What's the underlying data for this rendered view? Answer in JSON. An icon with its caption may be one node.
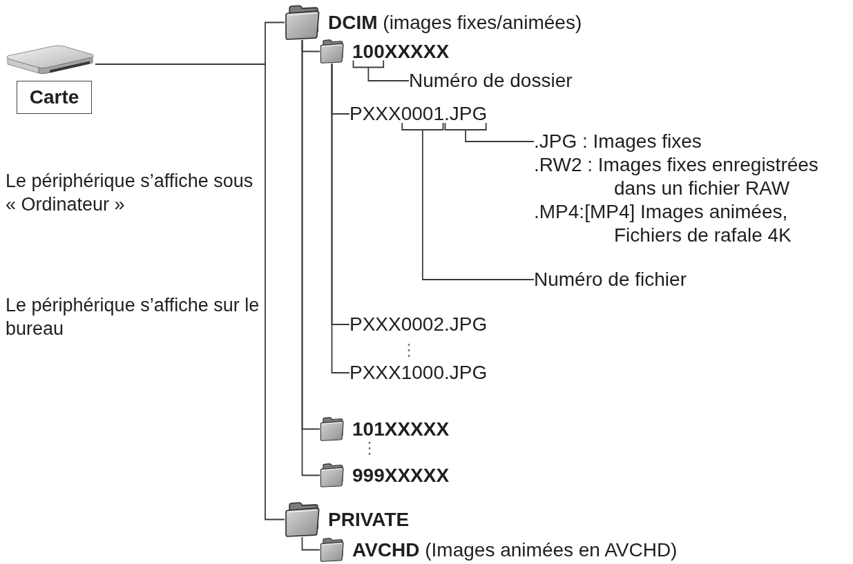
{
  "diagram": {
    "nodes": [
      {
        "text": [],
        "shape": "picture"
      },
      {
        "text": [
          "Carte"
        ]
      },
      {
        "text": [
          "**DCIM** (images fixes/animées)"
        ]
      },
      {
        "text": [
          "100XXXXX"
        ]
      },
      {
        "text": [
          "Numéro de dossier"
        ]
      },
      {
        "text": [
          "PXXX0001.JPG"
        ]
      },
      {
        "text": [
          ".JPG : Images fixes",
          ".RW2 : Images fixes enregistrées dans un fichier RAW",
          ".MP4:[MP4] Images animées, Fichiers de rafale 4K"
        ]
      },
      {
        "text": [
          "Numéro de fichier"
        ]
      },
      {
        "text": [
          "PXXX0002.JPG"
        ]
      },
      {
        "text": [
          "PXXX1000.JPG"
        ]
      },
      {
        "text": [
          "101XXXXX"
        ]
      },
      {
        "text": [
          "999XXXXX"
        ]
      },
      {
        "text": [
          "PRIVATE"
        ]
      },
      {
        "text": [
          "**AVCHD** (Images animées en AVCHD)"
        ]
      }
    ],
    "edges": [
      {
        "from": 0,
        "to": 2,
        "arrow": "none"
      },
      {
        "from": 0,
        "to": 12,
        "arrow": "none"
      },
      {
        "from": 2,
        "to": 3,
        "arrow": "none"
      },
      {
        "from": 2,
        "to": 10,
        "arrow": "none"
      },
      {
        "from": 2,
        "to": 11,
        "arrow": "none"
      },
      {
        "from": 3,
        "to": 5,
        "arrow": "none"
      },
      {
        "from": 3,
        "to": 8,
        "arrow": "none"
      },
      {
        "from": 3,
        "to": 9,
        "arrow": "none"
      },
      {
        "from": 12,
        "to": 13,
        "arrow": "none"
      },
      {
        "from": 4,
        "to": 3,
        "arrow": "none"
      },
      {
        "from": 6,
        "to": 5,
        "arrow": "none"
      },
      {
        "from": 7,
        "to": 5,
        "arrow": "none"
      }
    ],
    "labels": [
      "Le périphérique s’affiche sous « Ordinateur »",
      "Le périphérique s’affiche sur le bureau",
      "⋮",
      "⋮"
    ]
  }
}
